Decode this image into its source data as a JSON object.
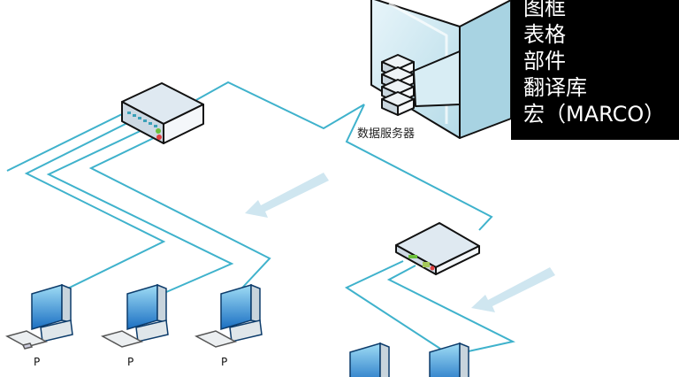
{
  "diagram": {
    "server_label": "数据服务器",
    "pc_label": "P",
    "legend_items": [
      "图框",
      "表格",
      "部件",
      "翻译库",
      "宏（MARCO）"
    ],
    "colors": {
      "network_line": "#3fb2cc",
      "arrow": "#cfe6f0",
      "panel_bg": "#000000",
      "panel_text": "#ffffff",
      "switch_top": "#dfe9f1",
      "server_glass": "#bfe0ec"
    }
  }
}
